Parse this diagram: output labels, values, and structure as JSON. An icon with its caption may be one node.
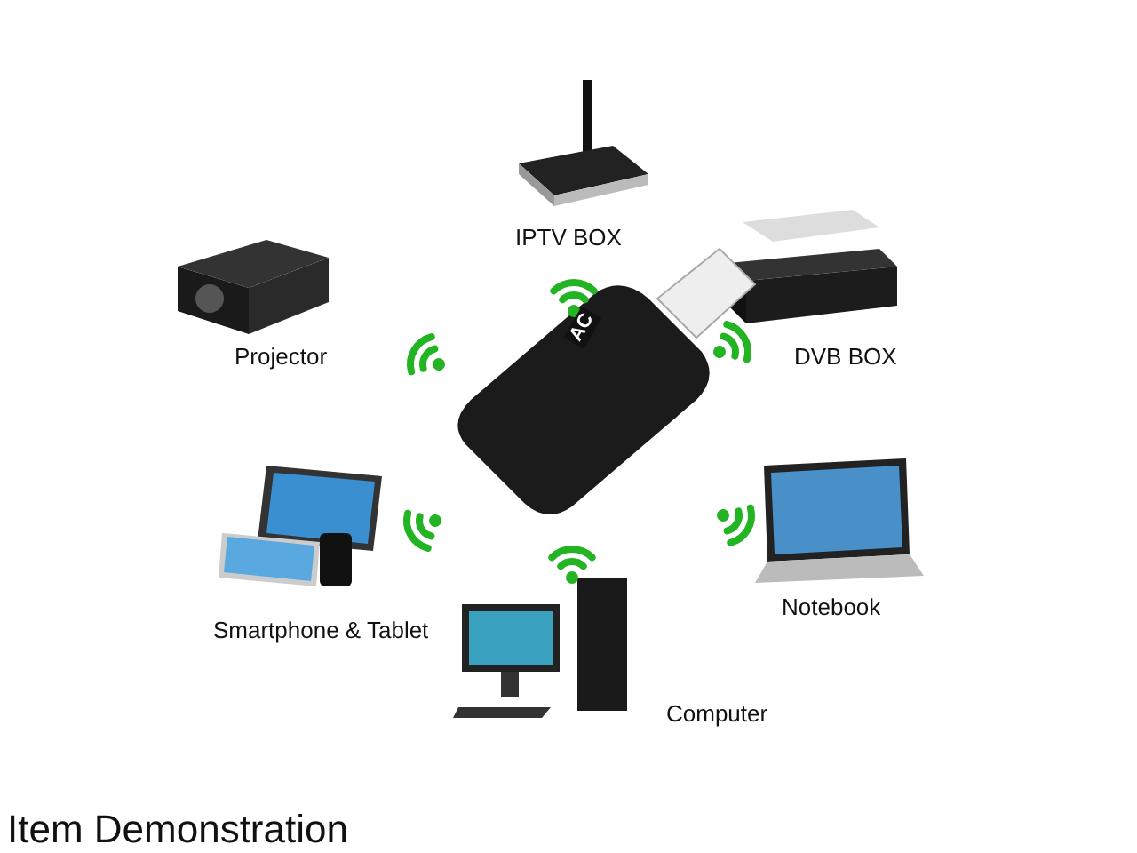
{
  "diagram": {
    "caption": "Item Demonstration",
    "labels": [
      "IPTV BOX",
      "Projector",
      "DVB BOX",
      "AC",
      "Smartphone & Tablet",
      "Notebook",
      "Computer"
    ]
  }
}
